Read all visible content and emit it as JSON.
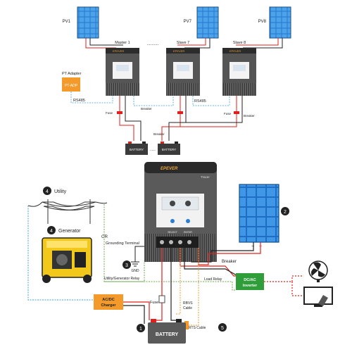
{
  "top_system": {
    "panels": [
      "PV1",
      "PV7",
      "PV8"
    ],
    "controllers": [
      "Master 1",
      "Slave 7",
      "Slave 8"
    ],
    "dots": "..........",
    "adapter_label": "PT Adapter",
    "adapter_box": "PT-ADP",
    "rs485_left": "RS485",
    "rs485_right": "RS485",
    "breaker": "Breaker",
    "fuse": "Fuse",
    "battery": "BATTERY",
    "battery_dots": "......"
  },
  "controller_brand": "EPEVER",
  "controller_model": "Tracer",
  "controller_buttons": [
    "SELECT",
    "ENTER"
  ],
  "bottom_system": {
    "utility": "Utility",
    "generator": "Generator",
    "or": "OR",
    "grounding": "Grounding Terminal",
    "gnd": "GND",
    "breaker": "Breaker",
    "load_relay": "Load Relay",
    "utility_relay": "Utility/Generator Relay",
    "inverter": "DC/AC\nInverter",
    "charger": "AC/DC\nCharger",
    "fuse": "Fuse",
    "rbvs": "RBVS",
    "cable": "Cable",
    "battery": "BATTERY",
    "rts_cable": "RTS Cable",
    "minus": "−",
    "plus": "+"
  },
  "badges": [
    "1",
    "2",
    "3",
    "4",
    "4",
    "5"
  ],
  "colors": {
    "pv_positive": "#e0201c",
    "negative": "#222222",
    "relay_dashed": "#3aa0d8",
    "green_dashed": "#6aa84f",
    "orange": "#f39a2b",
    "inverter_green": "#2e9d3a",
    "panel_blue": "#2a7fd4"
  }
}
